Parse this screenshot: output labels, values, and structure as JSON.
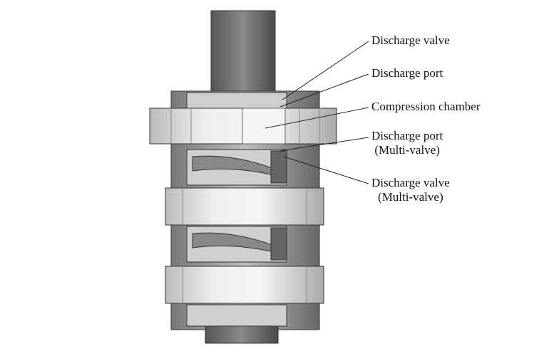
{
  "labels": {
    "discharge_valve": "Discharge valve",
    "discharge_port": "Discharge port",
    "compression_chamber": "Compression chamber",
    "discharge_port_multi": "Discharge port",
    "discharge_port_multi_sub": "(Multi-valve)",
    "discharge_valve_multi": "Discharge valve",
    "discharge_valve_multi_sub": "(Multi-valve)"
  },
  "colors": {
    "dark": "#5a5a5a",
    "mid": "#9a9a9a",
    "light": "#d8d8d8",
    "line": "#222222"
  }
}
